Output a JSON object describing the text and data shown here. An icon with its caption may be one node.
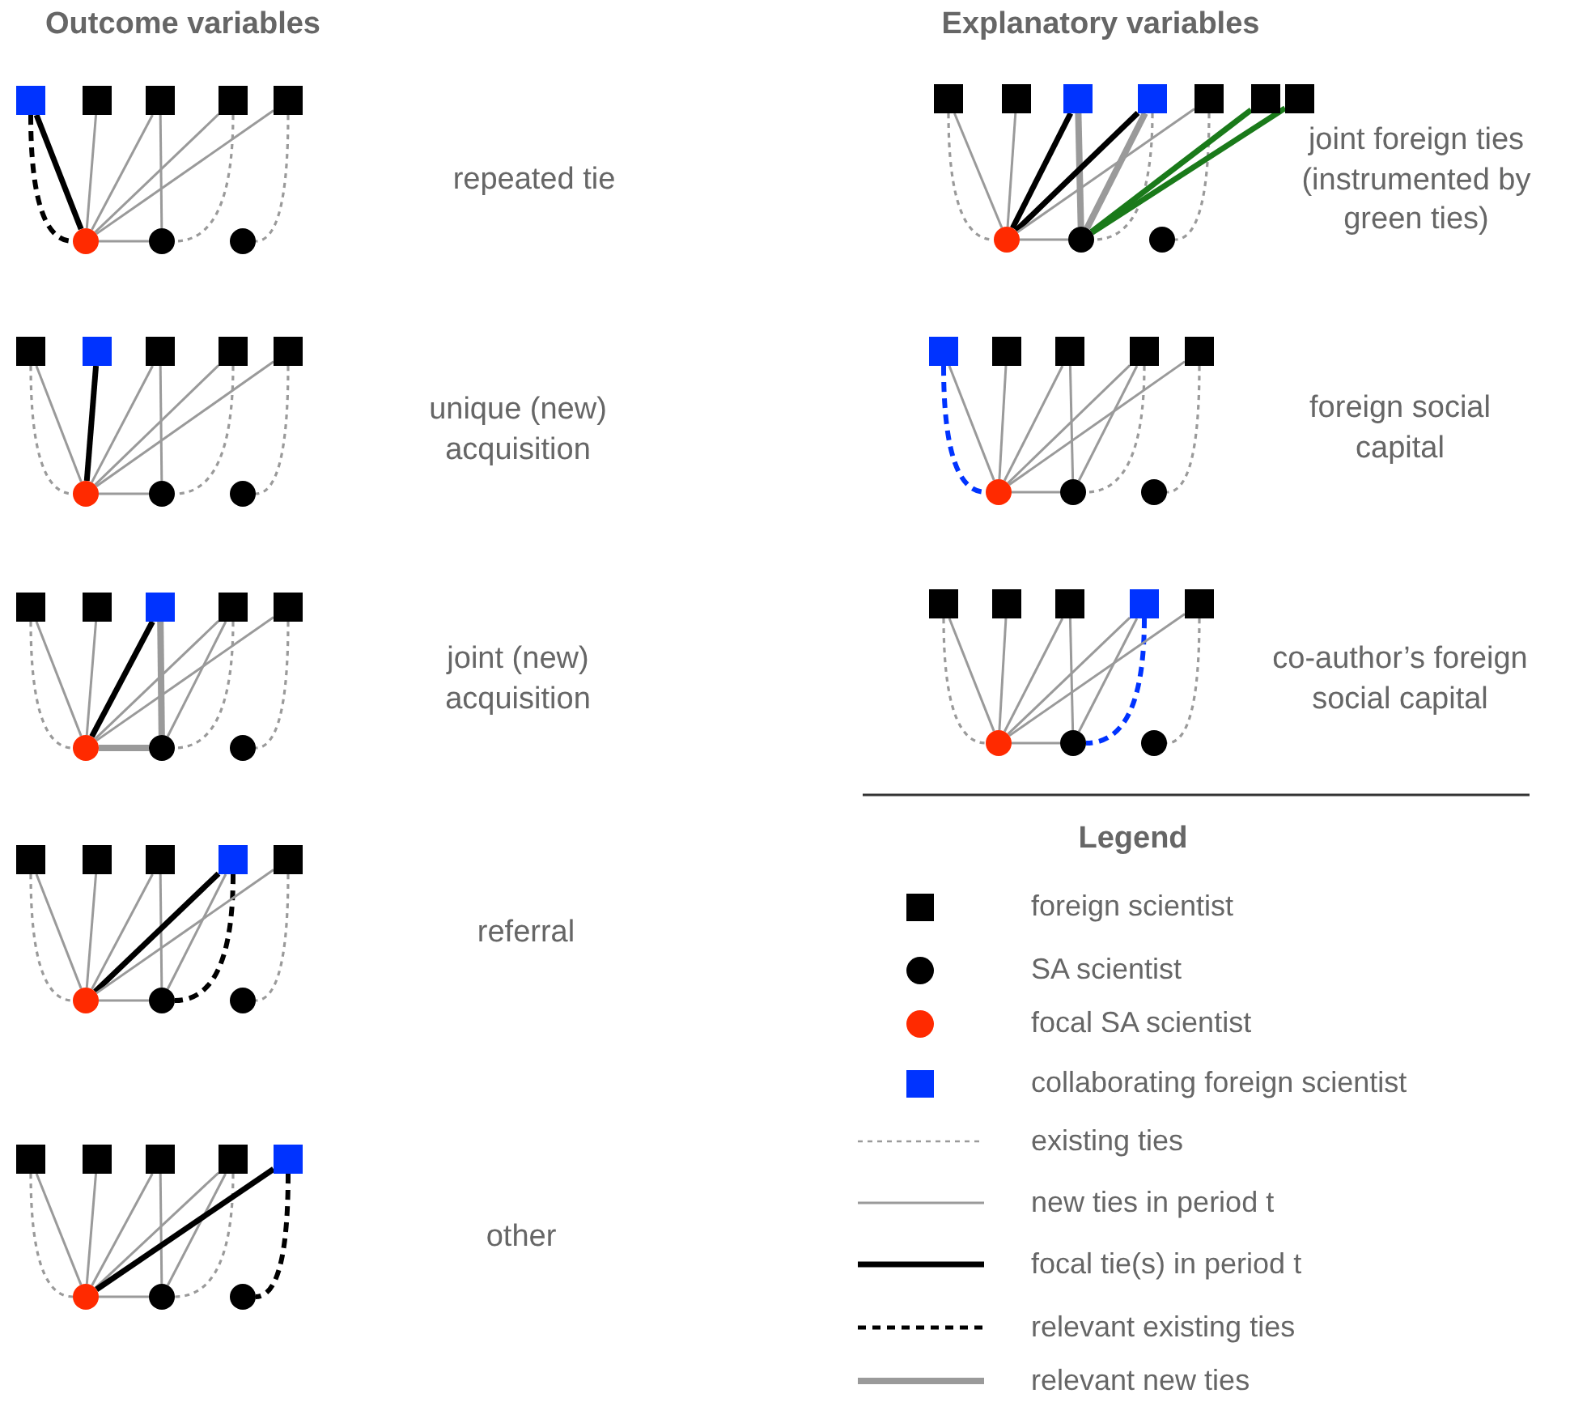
{
  "diagram": {
    "nodes": [
      {
        "text": [],
        "shape": "box"
      },
      {
        "text": [],
        "shape": "box"
      },
      {
        "text": [],
        "shape": "box"
      },
      {
        "text": [],
        "shape": "box"
      },
      {
        "text": [],
        "shape": "box"
      },
      {
        "text": [],
        "shape": "circle"
      },
      {
        "text": [],
        "shape": "circle"
      },
      {
        "text": [],
        "shape": "circle"
      },
      {
        "text": [],
        "shape": "box"
      },
      {
        "text": [],
        "shape": "box"
      },
      {
        "text": [],
        "shape": "box"
      },
      {
        "text": [],
        "shape": "box"
      },
      {
        "text": [],
        "shape": "box"
      },
      {
        "text": [],
        "shape": "circle"
      },
      {
        "text": [],
        "shape": "circle"
      },
      {
        "text": [],
        "shape": "circle"
      },
      {
        "text": [],
        "shape": "box"
      },
      {
        "text": [],
        "shape": "box"
      },
      {
        "text": [],
        "shape": "box"
      },
      {
        "text": [],
        "shape": "box"
      },
      {
        "text": [],
        "shape": "box"
      },
      {
        "text": [],
        "shape": "circle"
      },
      {
        "text": [],
        "shape": "circle"
      },
      {
        "text": [],
        "shape": "circle"
      },
      {
        "text": [],
        "shape": "box"
      },
      {
        "text": [],
        "shape": "box"
      },
      {
        "text": [],
        "shape": "box"
      },
      {
        "text": [],
        "shape": "box"
      },
      {
        "text": [],
        "shape": "box"
      },
      {
        "text": [],
        "shape": "circle"
      },
      {
        "text": [],
        "shape": "circle"
      },
      {
        "text": [],
        "shape": "circle"
      },
      {
        "text": [],
        "shape": "box"
      },
      {
        "text": [],
        "shape": "box"
      },
      {
        "text": [],
        "shape": "box"
      },
      {
        "text": [],
        "shape": "box"
      },
      {
        "text": [],
        "shape": "box"
      },
      {
        "text": [],
        "shape": "circle"
      },
      {
        "text": [],
        "shape": "circle"
      },
      {
        "text": [],
        "shape": "circle"
      },
      {
        "text": [],
        "shape": "box"
      },
      {
        "text": [],
        "shape": "box"
      },
      {
        "text": [],
        "shape": "box"
      },
      {
        "text": [],
        "shape": "box"
      },
      {
        "text": [],
        "shape": "box"
      },
      {
        "text": [],
        "shape": "box"
      },
      {
        "text": [],
        "shape": "box"
      },
      {
        "text": [],
        "shape": "circle"
      },
      {
        "text": [],
        "shape": "circle"
      },
      {
        "text": [],
        "shape": "circle"
      },
      {
        "text": [],
        "shape": "box"
      },
      {
        "text": [],
        "shape": "box"
      },
      {
        "text": [],
        "shape": "box"
      },
      {
        "text": [],
        "shape": "box"
      },
      {
        "text": [],
        "shape": "box"
      },
      {
        "text": [],
        "shape": "circle"
      },
      {
        "text": [],
        "shape": "circle"
      },
      {
        "text": [],
        "shape": "circle"
      },
      {
        "text": [],
        "shape": "box"
      },
      {
        "text": [],
        "shape": "box"
      },
      {
        "text": [],
        "shape": "box"
      },
      {
        "text": [],
        "shape": "box"
      },
      {
        "text": [],
        "shape": "box"
      },
      {
        "text": [],
        "shape": "circle"
      },
      {
        "text": [],
        "shape": "circle"
      },
      {
        "text": [],
        "shape": "circle"
      }
    ],
    "edges": [
      {
        "from": 0,
        "to": 5,
        "arrow": "none",
        "style": "thick",
        "color": "#000000"
      },
      {
        "from": 0,
        "to": 5,
        "arrow": "none",
        "style": "dashed",
        "color": "#000000"
      },
      {
        "from": 1,
        "to": 5,
        "arrow": "none"
      },
      {
        "from": 2,
        "to": 5,
        "arrow": "none"
      },
      {
        "from": 2,
        "to": 6,
        "arrow": "none"
      },
      {
        "from": 3,
        "to": 5,
        "arrow": "none"
      },
      {
        "from": 3,
        "to": 6,
        "arrow": "none",
        "style": "dashed"
      },
      {
        "from": 4,
        "to": 5,
        "arrow": "none"
      },
      {
        "from": 4,
        "to": 7,
        "arrow": "none",
        "style": "dashed"
      },
      {
        "from": 5,
        "to": 6,
        "arrow": "none"
      },
      {
        "from": 8,
        "to": 13,
        "arrow": "none",
        "style": "dashed"
      },
      {
        "from": 8,
        "to": 13,
        "arrow": "none"
      },
      {
        "from": 9,
        "to": 13,
        "arrow": "none",
        "style": "thick",
        "color": "#000000"
      },
      {
        "from": 10,
        "to": 13,
        "arrow": "none"
      },
      {
        "from": 10,
        "to": 14,
        "arrow": "none"
      },
      {
        "from": 11,
        "to": 13,
        "arrow": "none"
      },
      {
        "from": 11,
        "to": 14,
        "arrow": "none",
        "style": "dashed"
      },
      {
        "from": 12,
        "to": 13,
        "arrow": "none"
      },
      {
        "from": 12,
        "to": 15,
        "arrow": "none",
        "style": "dashed"
      },
      {
        "from": 13,
        "to": 14,
        "arrow": "none"
      },
      {
        "from": 16,
        "to": 21,
        "arrow": "none",
        "style": "dashed"
      },
      {
        "from": 16,
        "to": 21,
        "arrow": "none"
      },
      {
        "from": 17,
        "to": 21,
        "arrow": "none"
      },
      {
        "from": 18,
        "to": 21,
        "arrow": "none",
        "style": "thick",
        "color": "#000000"
      },
      {
        "from": 18,
        "to": 22,
        "arrow": "none",
        "style": "thick"
      },
      {
        "from": 19,
        "to": 21,
        "arrow": "none"
      },
      {
        "from": 19,
        "to": 22,
        "arrow": "none"
      },
      {
        "from": 19,
        "to": 22,
        "arrow": "none",
        "style": "dashed"
      },
      {
        "from": 20,
        "to": 21,
        "arrow": "none"
      },
      {
        "from": 20,
        "to": 23,
        "arrow": "none",
        "style": "dashed"
      },
      {
        "from": 21,
        "to": 22,
        "arrow": "none",
        "style": "thick"
      },
      {
        "from": 24,
        "to": 29,
        "arrow": "none",
        "style": "dashed"
      },
      {
        "from": 24,
        "to": 29,
        "arrow": "none"
      },
      {
        "from": 25,
        "to": 29,
        "arrow": "none"
      },
      {
        "from": 26,
        "to": 29,
        "arrow": "none"
      },
      {
        "from": 26,
        "to": 30,
        "arrow": "none"
      },
      {
        "from": 27,
        "to": 29,
        "arrow": "none",
        "style": "thick",
        "color": "#000000"
      },
      {
        "from": 27,
        "to": 30,
        "arrow": "none"
      },
      {
        "from": 27,
        "to": 30,
        "arrow": "none",
        "style": "dashed",
        "color": "#000000"
      },
      {
        "from": 28,
        "to": 29,
        "arrow": "none"
      },
      {
        "from": 28,
        "to": 31,
        "arrow": "none",
        "style": "dashed"
      },
      {
        "from": 29,
        "to": 30,
        "arrow": "none"
      },
      {
        "from": 32,
        "to": 37,
        "arrow": "none",
        "style": "dashed"
      },
      {
        "from": 32,
        "to": 37,
        "arrow": "none"
      },
      {
        "from": 33,
        "to": 37,
        "arrow": "none"
      },
      {
        "from": 34,
        "to": 37,
        "arrow": "none"
      },
      {
        "from": 34,
        "to": 38,
        "arrow": "none"
      },
      {
        "from": 35,
        "to": 37,
        "arrow": "none"
      },
      {
        "from": 35,
        "to": 38,
        "arrow": "none"
      },
      {
        "from": 35,
        "to": 38,
        "arrow": "none",
        "style": "dashed"
      },
      {
        "from": 36,
        "to": 37,
        "arrow": "none",
        "style": "thick",
        "color": "#000000"
      },
      {
        "from": 36,
        "to": 39,
        "arrow": "none",
        "style": "dashed",
        "color": "#000000"
      },
      {
        "from": 37,
        "to": 38,
        "arrow": "none"
      },
      {
        "from": 40,
        "to": 47,
        "arrow": "none",
        "style": "dashed"
      },
      {
        "from": 40,
        "to": 47,
        "arrow": "none"
      },
      {
        "from": 41,
        "to": 47,
        "arrow": "none"
      },
      {
        "from": 42,
        "to": 47,
        "arrow": "none",
        "style": "thick",
        "color": "#000000"
      },
      {
        "from": 42,
        "to": 48,
        "arrow": "none",
        "style": "thick"
      },
      {
        "from": 43,
        "to": 47,
        "arrow": "none",
        "style": "thick",
        "color": "#000000"
      },
      {
        "from": 43,
        "to": 48,
        "arrow": "none",
        "style": "thick"
      },
      {
        "from": 43,
        "to": 48,
        "arrow": "none",
        "style": "dashed"
      },
      {
        "from": 44,
        "to": 47,
        "arrow": "none"
      },
      {
        "from": 44,
        "to": 49,
        "arrow": "none",
        "style": "dashed"
      },
      {
        "from": 45,
        "to": 48,
        "arrow": "none",
        "style": "thick",
        "color": "#1a7a1a"
      },
      {
        "from": 46,
        "to": 48,
        "arrow": "none",
        "style": "thick",
        "color": "#1a7a1a"
      },
      {
        "from": 47,
        "to": 48,
        "arrow": "none"
      },
      {
        "from": 50,
        "to": 55,
        "arrow": "none",
        "style": "dashed",
        "color": "#0033ff"
      },
      {
        "from": 50,
        "to": 55,
        "arrow": "none"
      },
      {
        "from": 51,
        "to": 55,
        "arrow": "none"
      },
      {
        "from": 52,
        "to": 55,
        "arrow": "none"
      },
      {
        "from": 52,
        "to": 56,
        "arrow": "none"
      },
      {
        "from": 53,
        "to": 55,
        "arrow": "none"
      },
      {
        "from": 53,
        "to": 56,
        "arrow": "none"
      },
      {
        "from": 53,
        "to": 56,
        "arrow": "none",
        "style": "dashed"
      },
      {
        "from": 54,
        "to": 55,
        "arrow": "none"
      },
      {
        "from": 54,
        "to": 57,
        "arrow": "none",
        "style": "dashed"
      },
      {
        "from": 55,
        "to": 56,
        "arrow": "none"
      },
      {
        "from": 58,
        "to": 63,
        "arrow": "none",
        "style": "dashed"
      },
      {
        "from": 58,
        "to": 63,
        "arrow": "none"
      },
      {
        "from": 59,
        "to": 63,
        "arrow": "none"
      },
      {
        "from": 60,
        "to": 63,
        "arrow": "none"
      },
      {
        "from": 60,
        "to": 64,
        "arrow": "none"
      },
      {
        "from": 61,
        "to": 63,
        "arrow": "none"
      },
      {
        "from": 61,
        "to": 64,
        "arrow": "none"
      },
      {
        "from": 61,
        "to": 64,
        "arrow": "none",
        "style": "dashed",
        "color": "#0033ff"
      },
      {
        "from": 62,
        "to": 63,
        "arrow": "none"
      },
      {
        "from": 62,
        "to": 65,
        "arrow": "none",
        "style": "dashed"
      },
      {
        "from": 63,
        "to": 64,
        "arrow": "none"
      }
    ],
    "labels": [
      "Outcome variables",
      "Explanatory variables",
      "repeated tie",
      "unique (new) acquisition",
      "joint (new) acquisition",
      "referral",
      "other",
      "joint foreign ties (instrumented by green ties)",
      "foreign social capital",
      "co-author’s foreign social capital",
      "Legend"
    ],
    "legend": [
      {
        "text": "foreign scientist"
      },
      {
        "text": "SA scientist"
      },
      {
        "text": "focal SA scientist"
      },
      {
        "text": "collaborating foreign scientist"
      },
      {
        "text": "existing ties"
      },
      {
        "text": "new ties in period t"
      },
      {
        "text": "focal tie(s) in period t"
      },
      {
        "text": "relevant existing ties"
      },
      {
        "text": "relevant new ties"
      }
    ]
  }
}
